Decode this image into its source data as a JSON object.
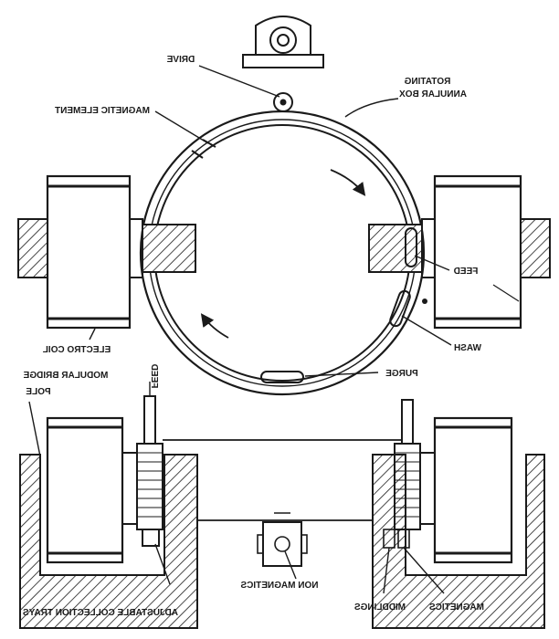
{
  "labels": {
    "drive": "DRIVE",
    "rotating": "ROTATING",
    "annular_box": "ANNULAR BOX",
    "magnetic_element": "MAGNETIC ELEMENT",
    "feed_right": "FEED",
    "wash": "WASH",
    "electro_coil": "ELECTRO COIL",
    "modular_bridge": "MODULAR BRIDGE",
    "pole": "POLE",
    "feed_left": "FEED",
    "purge": "PURGE",
    "non_magnetics": "NON MAGNETICS",
    "adjustable_collection_trays": "ADJUSTABLE COLLECTION TRAYS",
    "middlings": "MIDDLINGS",
    "magnetics": "MAGNETICS"
  }
}
